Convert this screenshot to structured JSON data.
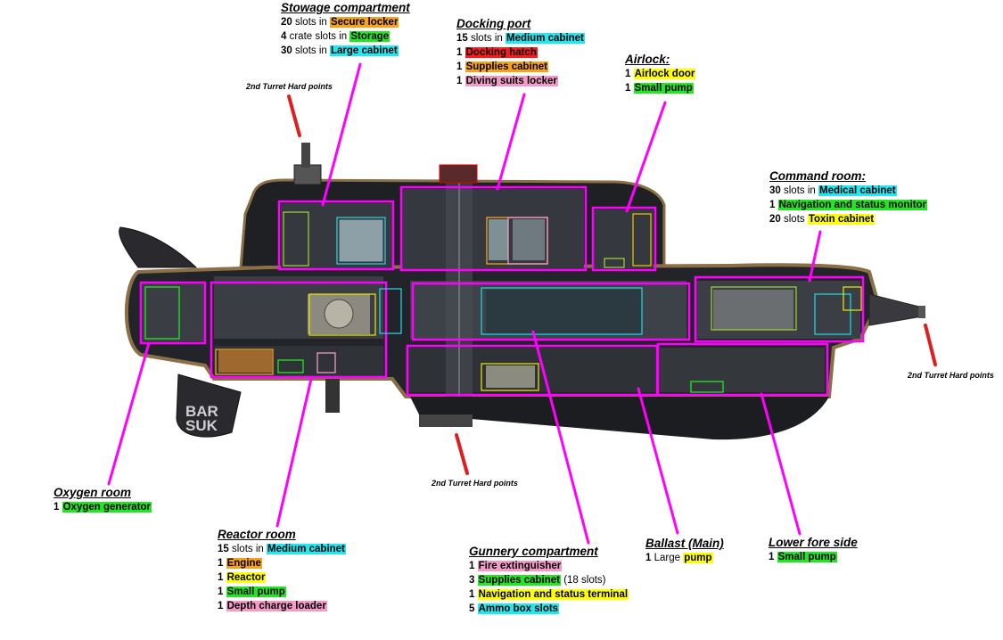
{
  "colors": {
    "green": "#22e622",
    "cyan": "#22e6f0",
    "orange": "#f7a21b",
    "yellow": "#ffff00",
    "red": "#ff1a1a",
    "pink": "#f39ac8",
    "magenta": "#ff00ff",
    "hardpoint": "#dd1f1f"
  },
  "hull_marking": [
    "BAR",
    "SUK"
  ],
  "hardpoint_label": "2nd Turret Hard points",
  "compartments": [
    {
      "title": "Stowage compartment",
      "lines": [
        {
          "count": "20",
          "pre": " slots in ",
          "item": "Secure locker",
          "color": "orange",
          "post": ""
        },
        {
          "count": "4",
          "pre": " crate slots in ",
          "item": "Storage",
          "color": "green",
          "post": ""
        },
        {
          "count": "30",
          "pre": " slots in ",
          "item": "Large cabinet",
          "color": "cyan",
          "post": ""
        }
      ]
    },
    {
      "title": "Docking port",
      "lines": [
        {
          "count": "15",
          "pre": " slots in ",
          "item": "Medium cabinet",
          "color": "cyan",
          "post": ""
        },
        {
          "count": "1",
          "pre": " ",
          "item": "Docking hatch",
          "color": "red",
          "post": ""
        },
        {
          "count": "1",
          "pre": " ",
          "item": "Supplies cabinet",
          "color": "orange",
          "post": ""
        },
        {
          "count": "1",
          "pre": " ",
          "item": "Diving suits locker",
          "color": "pink",
          "post": ""
        }
      ]
    },
    {
      "title": "Airlock:",
      "lines": [
        {
          "count": "1",
          "pre": " ",
          "item": "Airlock door",
          "color": "yellow",
          "post": ""
        },
        {
          "count": "1",
          "pre": " ",
          "item": "Small pump",
          "color": "green",
          "post": ""
        }
      ]
    },
    {
      "title": "Command room:",
      "lines": [
        {
          "count": "30",
          "pre": " slots in ",
          "item": "Medical cabinet",
          "color": "cyan",
          "post": ""
        },
        {
          "count": "1",
          "pre": " ",
          "item": "Navigation and status monitor",
          "color": "green",
          "post": ""
        },
        {
          "count": "20",
          "pre": " slots ",
          "item": "Toxin cabinet",
          "color": "yellow",
          "post": ""
        }
      ]
    },
    {
      "title": "Oxygen room",
      "lines": [
        {
          "count": "1",
          "pre": " ",
          "item": "Oxygen generator",
          "color": "green",
          "post": ""
        }
      ]
    },
    {
      "title": "Reactor room",
      "lines": [
        {
          "count": "15",
          "pre": " slots in ",
          "item": "Medium cabinet",
          "color": "cyan",
          "post": ""
        },
        {
          "count": "1",
          "pre": " ",
          "item": "Engine",
          "color": "orange",
          "post": ""
        },
        {
          "count": "1",
          "pre": " ",
          "item": "Reactor",
          "color": "yellow",
          "post": ""
        },
        {
          "count": "1",
          "pre": " ",
          "item": "Small pump",
          "color": "green",
          "post": ""
        },
        {
          "count": "1",
          "pre": " ",
          "item": "Depth charge loader",
          "color": "pink",
          "post": ""
        }
      ]
    },
    {
      "title": "Gunnery compartment",
      "lines": [
        {
          "count": "1",
          "pre": " ",
          "item": "Fire extinguisher",
          "color": "pink",
          "post": ""
        },
        {
          "count": "3",
          "pre": " ",
          "item": "Supplies cabinet",
          "color": "green",
          "post": " (18 slots)"
        },
        {
          "count": "1",
          "pre": " ",
          "item": "Navigation and status terminal",
          "color": "yellow",
          "post": ""
        },
        {
          "count": "5",
          "pre": " ",
          "item": "Ammo box slots",
          "color": "cyan",
          "post": ""
        }
      ]
    },
    {
      "title": "Ballast (Main)",
      "lines": [
        {
          "count": "1",
          "pre": " Large ",
          "item": "pump",
          "color": "yellow",
          "post": ""
        }
      ]
    },
    {
      "title": "Lower fore side",
      "lines": [
        {
          "count": "1",
          "pre": " ",
          "item": "Small pump",
          "color": "green",
          "post": ""
        }
      ]
    }
  ]
}
